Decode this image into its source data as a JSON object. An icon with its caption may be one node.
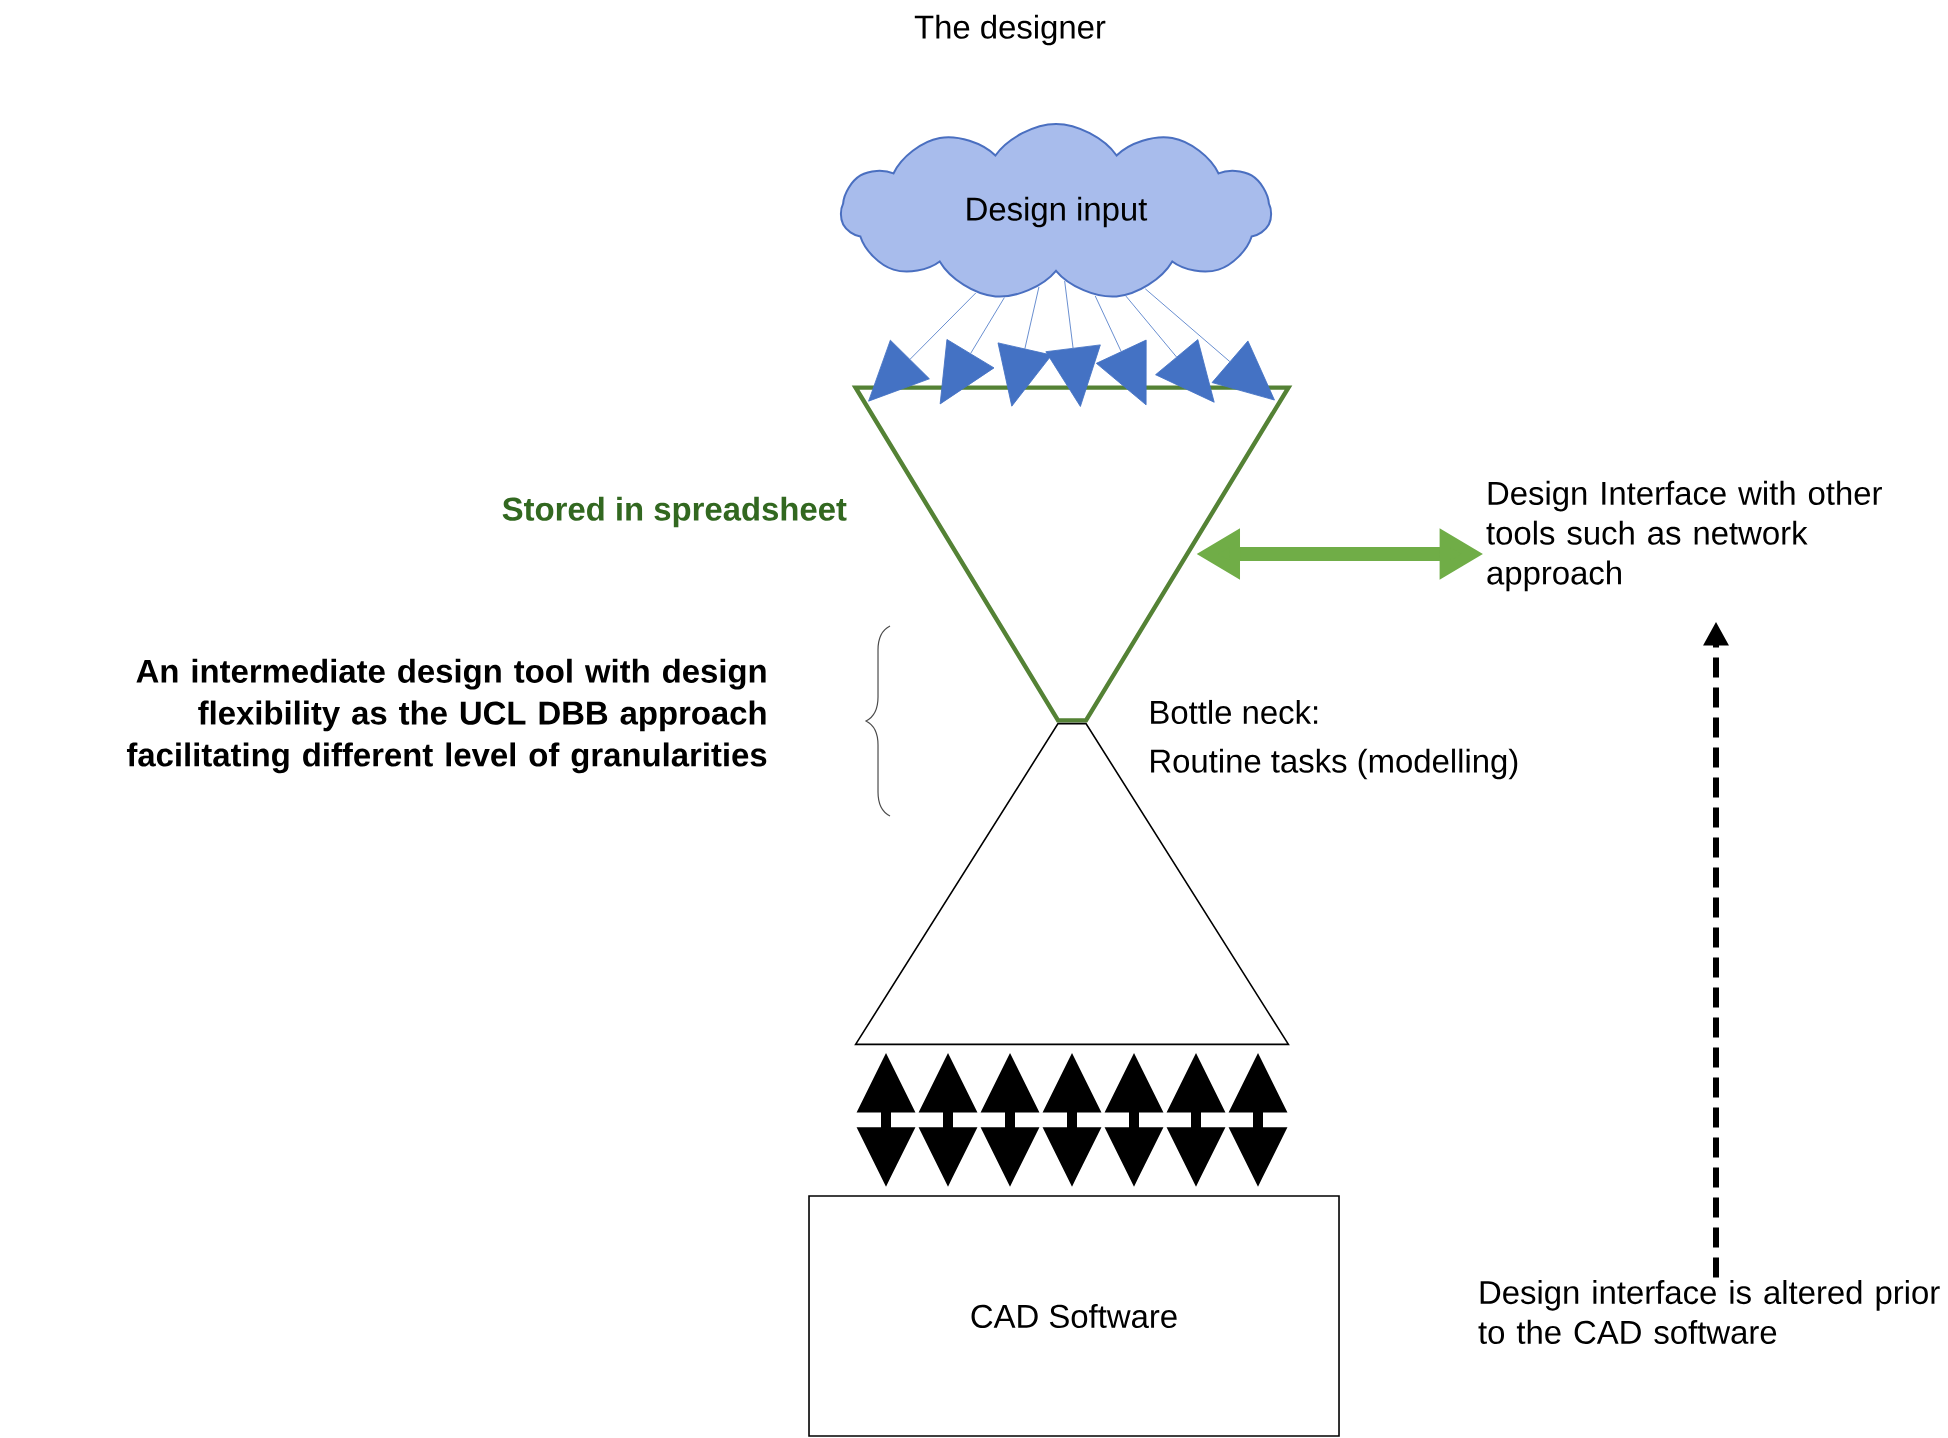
{
  "diagram": {
    "nodes": [
      {
        "text": [
          "Design input"
        ]
      },
      {
        "text": [
          "Stored in spreadsheet"
        ]
      },
      {
        "text": [],
        "shape": "triangle"
      },
      {
        "text": [
          "CAD Software"
        ]
      },
      {
        "text": [
          "Design Interface with other tools such as network approach"
        ]
      },
      {
        "text": [
          "Design interface is altered prior to the CAD software"
        ]
      }
    ],
    "edges": [
      {
        "from": 0,
        "to": 1,
        "arrow": "to",
        "color": "#4472c4"
      },
      {
        "from": 0,
        "to": 1,
        "arrow": "to",
        "color": "#4472c4"
      },
      {
        "from": 0,
        "to": 1,
        "arrow": "to",
        "color": "#4472c4"
      },
      {
        "from": 0,
        "to": 1,
        "arrow": "to",
        "color": "#4472c4"
      },
      {
        "from": 0,
        "to": 1,
        "arrow": "to",
        "color": "#4472c4"
      },
      {
        "from": 0,
        "to": 1,
        "arrow": "to",
        "color": "#4472c4"
      },
      {
        "from": 0,
        "to": 1,
        "arrow": "to",
        "color": "#4472c4"
      },
      {
        "from": 2,
        "to": 3,
        "arrow": "both"
      },
      {
        "from": 2,
        "to": 3,
        "arrow": "both"
      },
      {
        "from": 2,
        "to": 3,
        "arrow": "both"
      },
      {
        "from": 2,
        "to": 3,
        "arrow": "both"
      },
      {
        "from": 2,
        "to": 3,
        "arrow": "both"
      },
      {
        "from": 2,
        "to": 3,
        "arrow": "both"
      },
      {
        "from": 2,
        "to": 3,
        "arrow": "both"
      },
      {
        "from": 1,
        "to": 4,
        "arrow": "both",
        "style": "thick",
        "color": "#70ad47"
      },
      {
        "from": 5,
        "to": 4,
        "arrow": "to",
        "style": "dashed"
      }
    ],
    "labels": [
      "The designer",
      "An intermediate design tool with design flexibility as the UCL DBB approach facilitating different level of granularities",
      "Bottle neck:",
      "Routine tasks (modelling)"
    ]
  }
}
